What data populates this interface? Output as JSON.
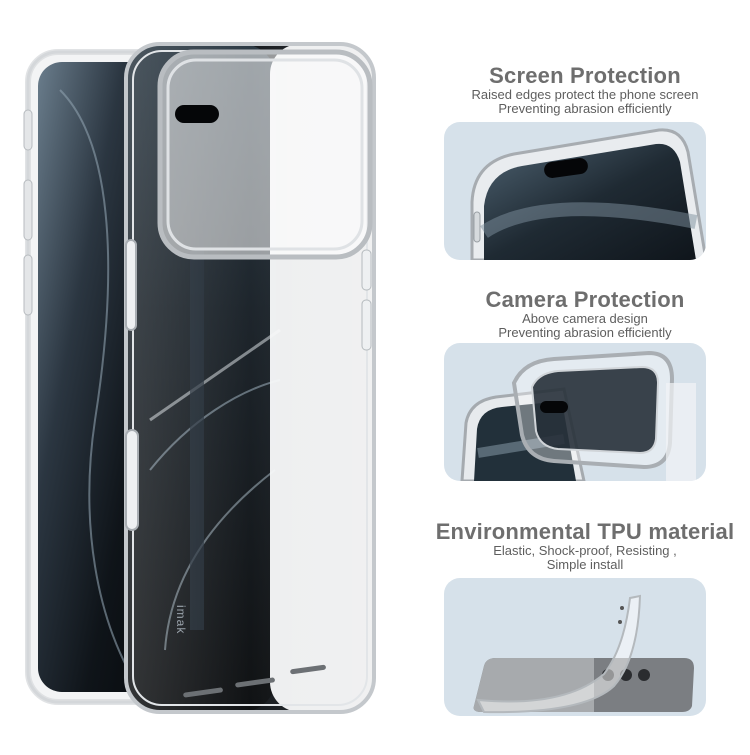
{
  "hero": {
    "description": "Two transparent phone cases on iPhone, front and back view",
    "brand_mark": "imak",
    "colors": {
      "case_edge": "#c9ccd0",
      "screen_dark": "#0d1116",
      "screen_blue": "#5d6f7d"
    }
  },
  "features": [
    {
      "title": "Screen Protection",
      "lines": [
        "Raised edges protect the phone screen",
        "Preventing abrasion efficiently"
      ],
      "image": "phone-corner-closeup"
    },
    {
      "title": "Camera Protection",
      "lines": [
        "Above camera design",
        "Preventing abrasion efficiently"
      ],
      "image": "camera-ring-closeup"
    },
    {
      "title": "Environmental TPU material",
      "lines": [
        "Elastic, Shock-proof, Resisting ,",
        "Simple install"
      ],
      "image": "bent-tpu-case"
    }
  ],
  "colors": {
    "card_bg": "#d6e1ea",
    "title_text": "#6e6e6e",
    "body_text": "#5e5e5e",
    "page_bg": "#ffffff"
  }
}
